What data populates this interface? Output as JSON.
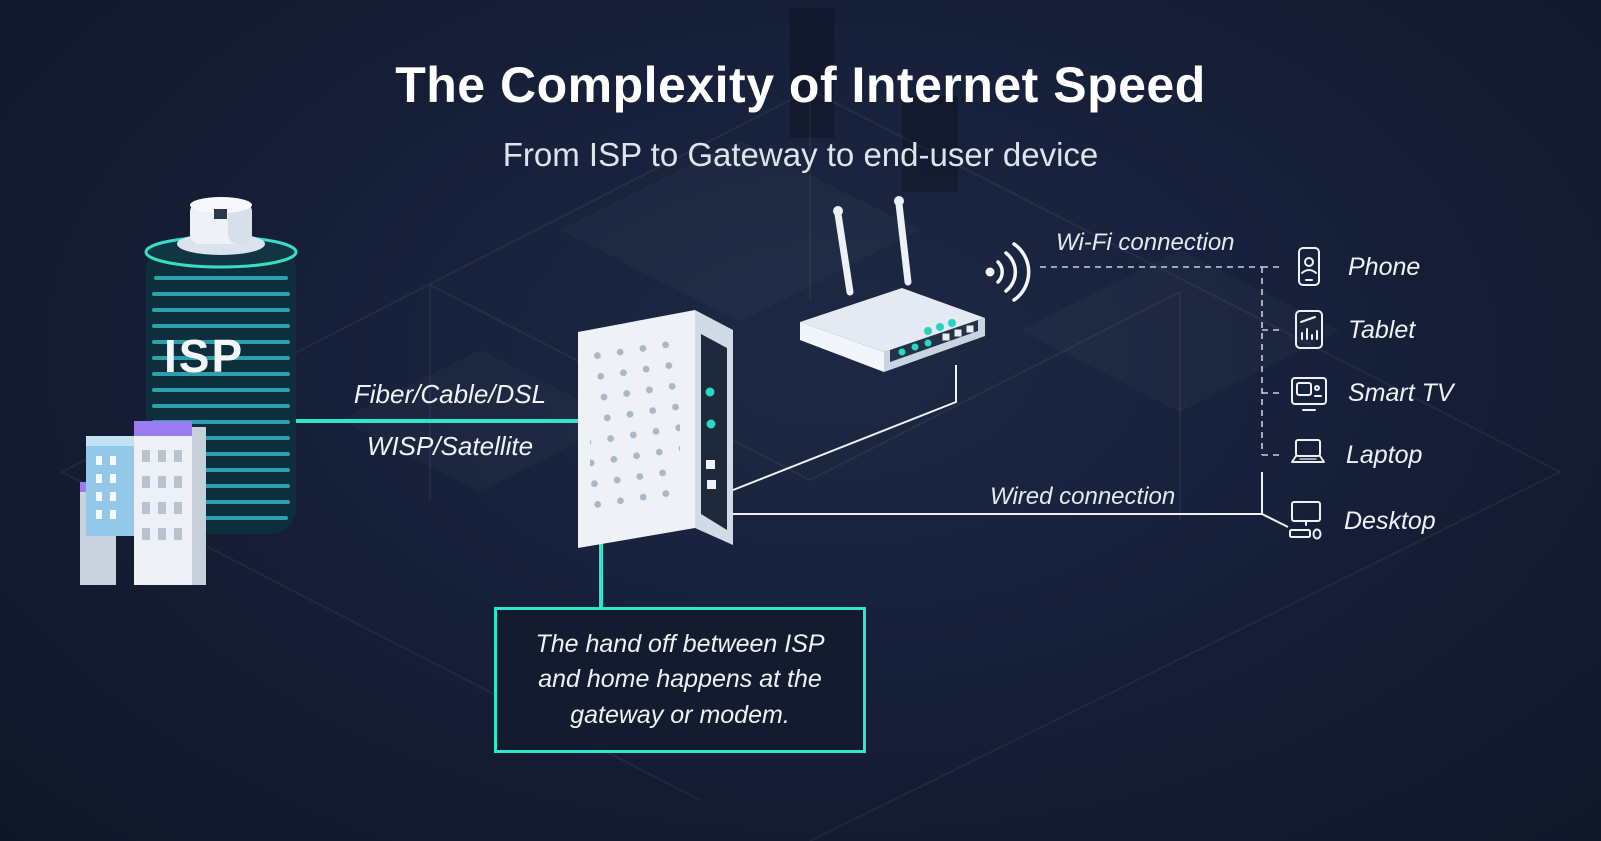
{
  "header": {
    "title": "The Complexity of Internet Speed",
    "subtitle": "From ISP to Gateway to end-user device"
  },
  "isp": {
    "label": "ISP"
  },
  "links": {
    "fiber": "Fiber/Cable/DSL",
    "wisp": "WISP/Satellite",
    "wifi": "Wi-Fi connection",
    "wired": "Wired connection"
  },
  "callout": {
    "text": "The hand off between ISP and home happens at the gateway or modem."
  },
  "devices": [
    {
      "label": "Phone",
      "connection": "Wi-Fi"
    },
    {
      "label": "Tablet",
      "connection": "Wi-Fi"
    },
    {
      "label": "Smart TV",
      "connection": "Wi-Fi"
    },
    {
      "label": "Laptop",
      "connection": "Wi-Fi"
    },
    {
      "label": "Desktop",
      "connection": "Wired"
    }
  ],
  "colors": {
    "accent": "#2fe5ca",
    "background": "#141d30",
    "text_primary": "#ffffff",
    "text_secondary": "#dde4ed",
    "purple_accent": "#9a7bf0",
    "blue_building": "#93c8e9"
  }
}
